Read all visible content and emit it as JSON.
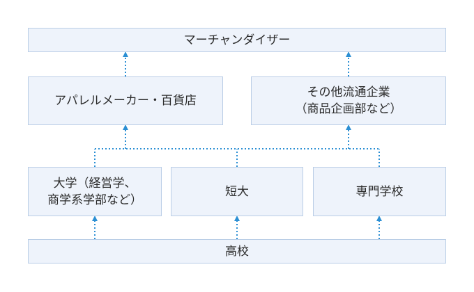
{
  "diagram": {
    "nodes": {
      "merchandiser": "マーチャンダイザー",
      "apparel": "アパレルメーカー・百貨店",
      "other": "その他流通企業\n（商品企画部など）",
      "university": "大学（経営学、\n商学系学部など）",
      "junior_college": "短大",
      "vocational": "専門学校",
      "high_school": "高校"
    },
    "colors": {
      "box_fill": "#eef3fb",
      "box_border": "#b9cde6",
      "connector": "#2b8fd4",
      "text": "#2b2b2b"
    }
  }
}
